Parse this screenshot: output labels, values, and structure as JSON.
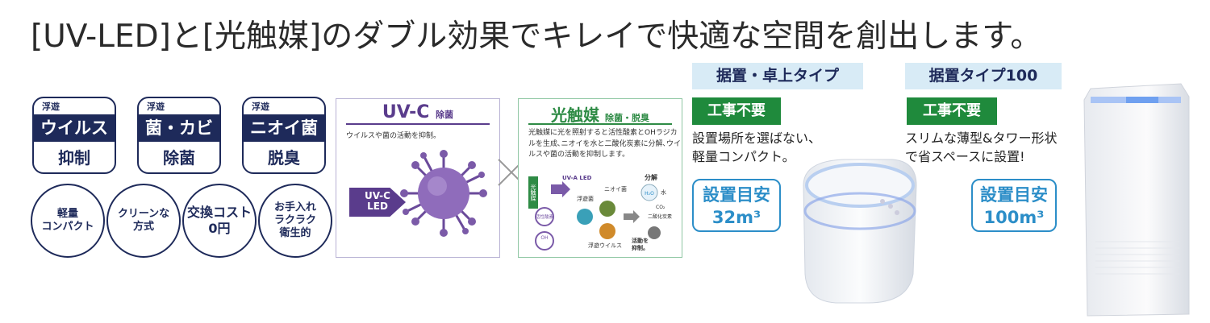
{
  "headline": "[UV-LED]と[光触媒]のダブル効果でキレイで快適な空間を創出します。",
  "badges": [
    {
      "tag": "浮遊",
      "main": "ウイルス",
      "sub": "抑制"
    },
    {
      "tag": "浮遊",
      "main": "菌・カビ",
      "sub": "除菌"
    },
    {
      "tag": "浮遊",
      "main": "ニオイ菌",
      "sub": "脱臭"
    }
  ],
  "circles": [
    {
      "text": "軽量\nコンパクト"
    },
    {
      "text": "クリーンな\n方式"
    },
    {
      "text": "交換コスト\n0円"
    },
    {
      "text": "お手入れ\nラクラク\n衛生的"
    }
  ],
  "uvc_panel": {
    "title": "UV-C",
    "title_sub": "除菌",
    "desc": "ウイルスや菌の活動を抑制。",
    "arrow": "UV-C\nLED"
  },
  "pc_panel": {
    "title": "光触媒",
    "title_sub": "除菌・脱臭",
    "desc": "光触媒に光を照射すると活性酸素とOHラジカルを生成､ニオイを水と二酸化炭素に分解､ウイルスや菌の活動を抑制します。",
    "labels": {
      "catalyst": "光触媒",
      "uva": "UV-A LED",
      "decompose": "分解",
      "bacteria": "浮遊菌",
      "odor": "ニオイ菌",
      "water": "水",
      "co2": "CO₂",
      "co2_jp": "二酸化炭素",
      "active_o": "活性酸素",
      "oh": "OH\nラジカル",
      "virus": "浮遊ウイルス",
      "suppress": "活動を\n抑制。",
      "h2o": "H₂O"
    }
  },
  "product_a": {
    "header": "据置・卓上タイプ",
    "badge": "工事不要",
    "text": "設置場所を選ばない、\n軽量コンパクト。",
    "area_label": "設置目安",
    "area_value": "32m³"
  },
  "product_b": {
    "header": "据置タイプ100",
    "badge": "工事不要",
    "text": "スリムな薄型&タワー形状\nで省スペースに設置!",
    "area_label": "設置目安",
    "area_value": "100m³"
  },
  "colors": {
    "navy": "#1e2a5a",
    "purple": "#5a3c8c",
    "green": "#1f8a3c",
    "blue": "#2c8ec8",
    "header_bg": "#d8ebf6"
  }
}
